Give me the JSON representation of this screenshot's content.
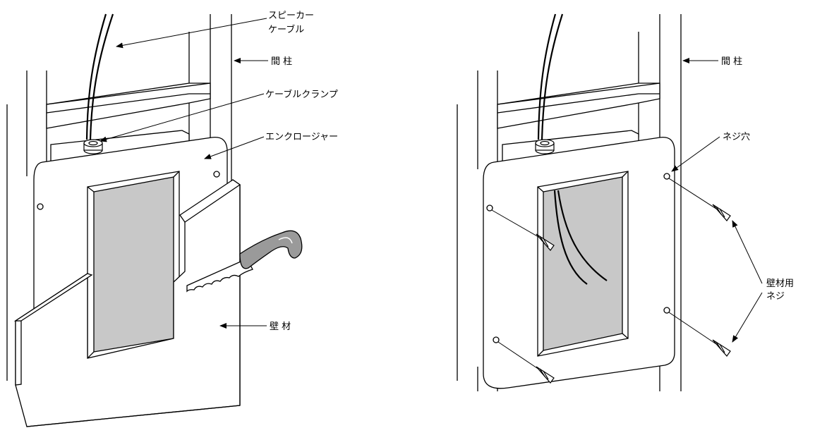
{
  "left_figure": {
    "labels": {
      "speaker_cable_line1": "スピーカー",
      "speaker_cable_line2": "ケーブル",
      "stud": "間 柱",
      "cable_clamp": "ケーブルクランプ",
      "enclosure": "エンクロージャー",
      "wall_material": "壁 材"
    }
  },
  "right_figure": {
    "labels": {
      "stud": "間 柱",
      "screw_hole": "ネジ穴",
      "wall_screw_line1": "壁材用",
      "wall_screw_line2": "ネジ"
    }
  },
  "colors": {
    "line": "#000000",
    "window_fill": "#c8c8c8",
    "knife_handle": "#9a9a9a",
    "board_fill": "#ffffff"
  }
}
